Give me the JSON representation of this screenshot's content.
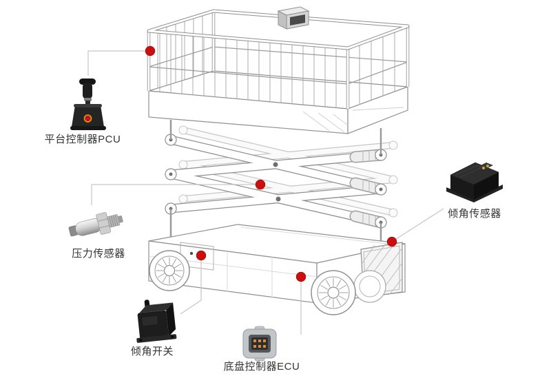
{
  "diagram": {
    "background_color": "#ffffff",
    "accent_color": "#cb0e0e",
    "leader_line_color": "#c6c6c6",
    "wireframe_color": "#8f8f8f",
    "callouts": [
      {
        "id": "pcu",
        "label": "平台控制器PCU",
        "device_icon": "joystick-controller-icon"
      },
      {
        "id": "pressure-sensor",
        "label": "压力传感器",
        "device_icon": "pressure-transducer-icon"
      },
      {
        "id": "tilt-switch",
        "label": "倾角开关",
        "device_icon": "tilt-switch-icon"
      },
      {
        "id": "chassis-ecu",
        "label": "底盘控制器ECU",
        "device_icon": "chassis-ecu-icon"
      },
      {
        "id": "tilt-sensor",
        "label": "倾角传感器",
        "device_icon": "tilt-sensor-icon"
      }
    ]
  }
}
